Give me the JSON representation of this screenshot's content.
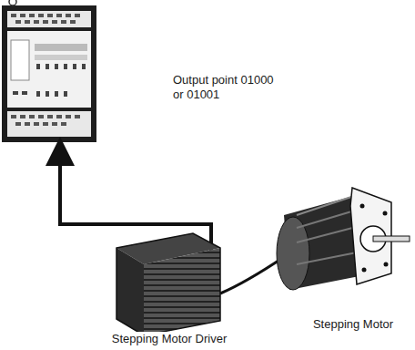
{
  "diagram": {
    "labels": [
      "Output point 01000 or 01001",
      "Stepping Motor Driver",
      "Stepping Motor"
    ]
  }
}
